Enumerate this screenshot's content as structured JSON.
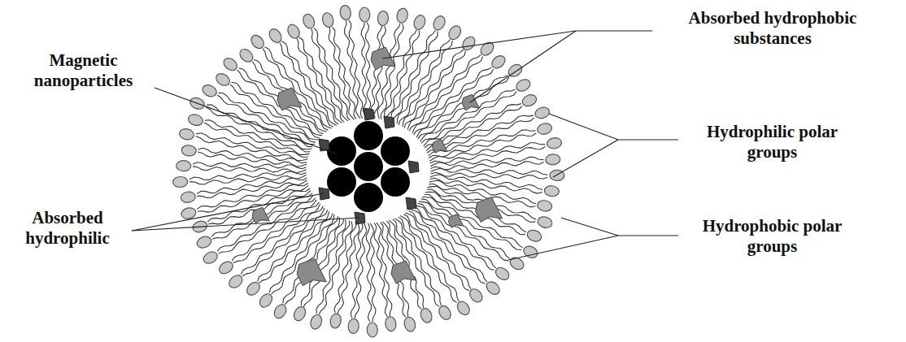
{
  "diagram": {
    "labels": [
      "Absorbed hydrophobic substances",
      "Magnetic nanoparticles",
      "Hydrophilic polar groups",
      "Absorbed hydrophilic",
      "Hydrophobic polar groups"
    ]
  }
}
